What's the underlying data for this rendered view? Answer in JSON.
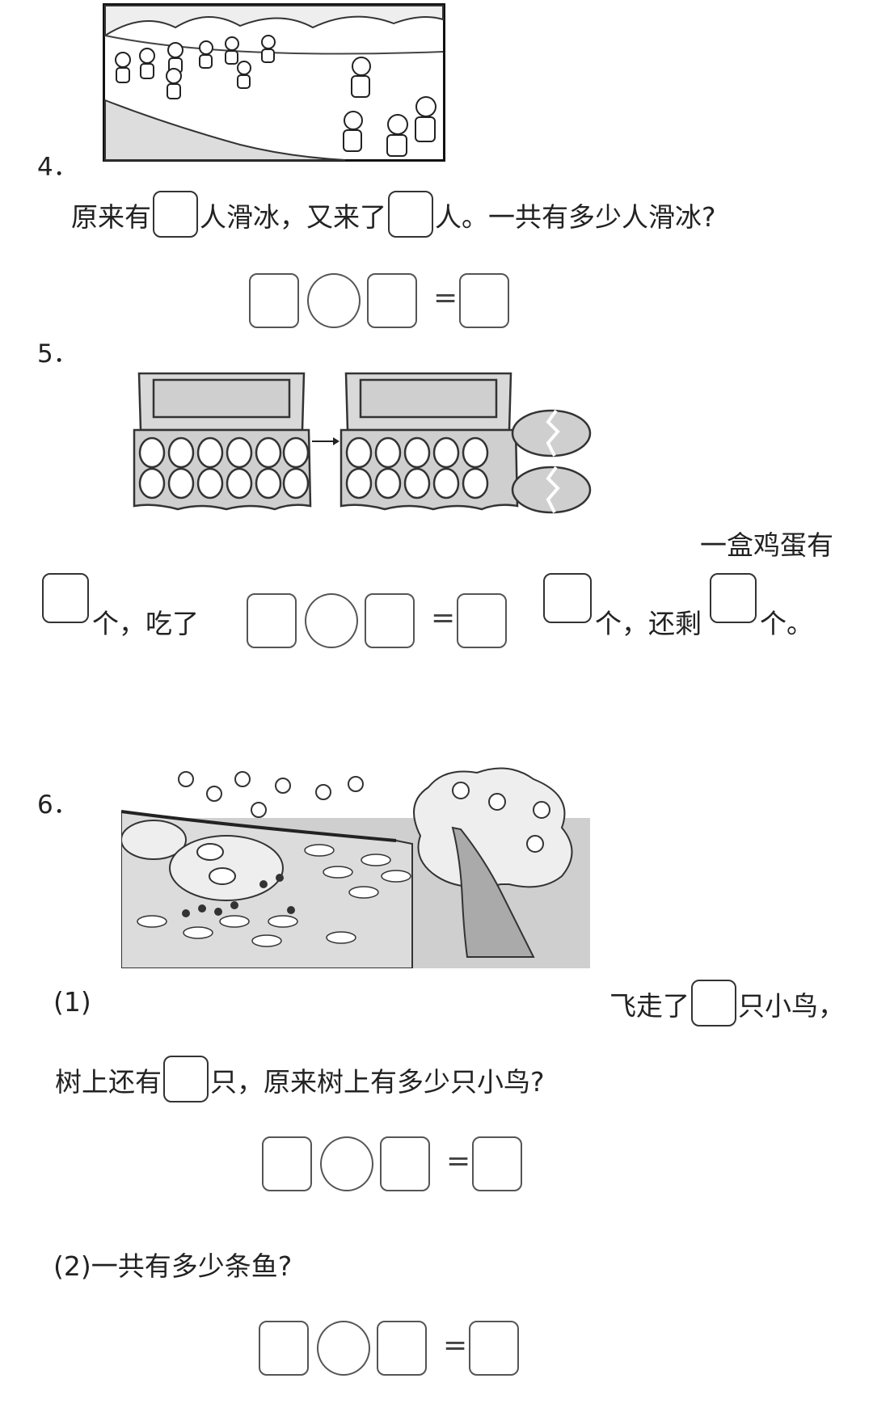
{
  "q4": {
    "number": "4．",
    "text_a": "原来有",
    "text_b": "人滑冰，又来了",
    "text_c": "人。一共有多少人滑冰?",
    "equals": "="
  },
  "q5": {
    "number": "5．",
    "text_intro": "一盒鸡蛋有",
    "text_a": "个，吃了",
    "text_b": "个，还剩",
    "text_c": "个。",
    "equals": "="
  },
  "q6": {
    "number": "6．",
    "sub1_label": "(1)",
    "sub1_text_a": "飞走了",
    "sub1_text_b": "只小鸟，",
    "sub1_text_c": "树上还有",
    "sub1_text_d": "只，原来树上有多少只小鸟?",
    "sub2_text": "(2)一共有多少条鱼?",
    "equals": "="
  }
}
